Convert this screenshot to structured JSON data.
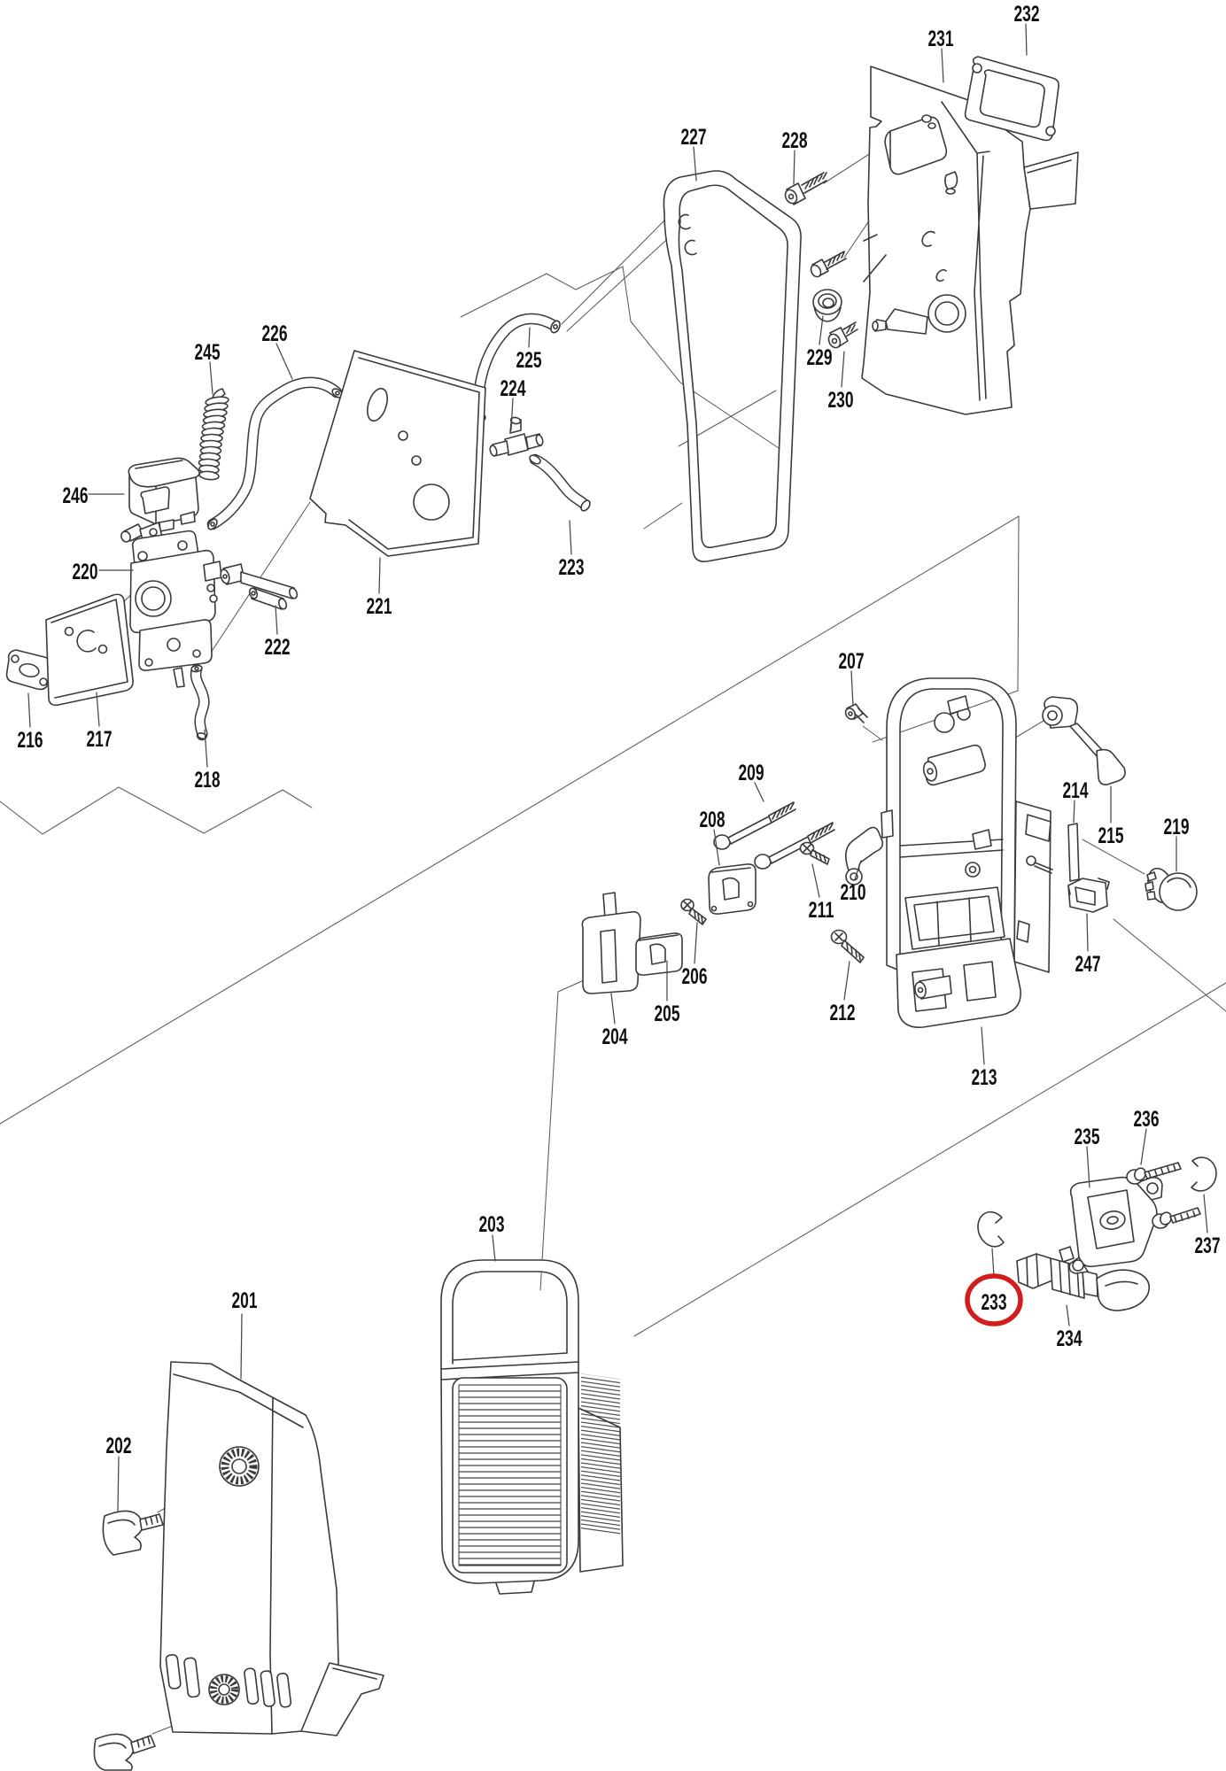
{
  "diagram": {
    "kind": "exploded-parts-diagram",
    "background_color": "#ffffff",
    "line_color": "#3a3a3a",
    "label_color": "#0f0f0f",
    "highlight": {
      "part_number": "233",
      "circle_color": "#d31c1c"
    },
    "labels": {
      "n201": "201",
      "n202": "202",
      "n203": "203",
      "n204": "204",
      "n205": "205",
      "n206": "206",
      "n207": "207",
      "n208": "208",
      "n209": "209",
      "n210": "210",
      "n211": "211",
      "n212": "212",
      "n213": "213",
      "n214": "214",
      "n215": "215",
      "n216": "216",
      "n217": "217",
      "n218": "218",
      "n219": "219",
      "n220": "220",
      "n221": "221",
      "n222": "222",
      "n223": "223",
      "n224": "224",
      "n225": "225",
      "n226": "226",
      "n227": "227",
      "n228": "228",
      "n229": "229",
      "n230": "230",
      "n231": "231",
      "n232": "232",
      "n233": "233",
      "n234": "234",
      "n235": "235",
      "n236": "236",
      "n237": "237",
      "n245": "245",
      "n246": "246",
      "n247": "247"
    }
  }
}
